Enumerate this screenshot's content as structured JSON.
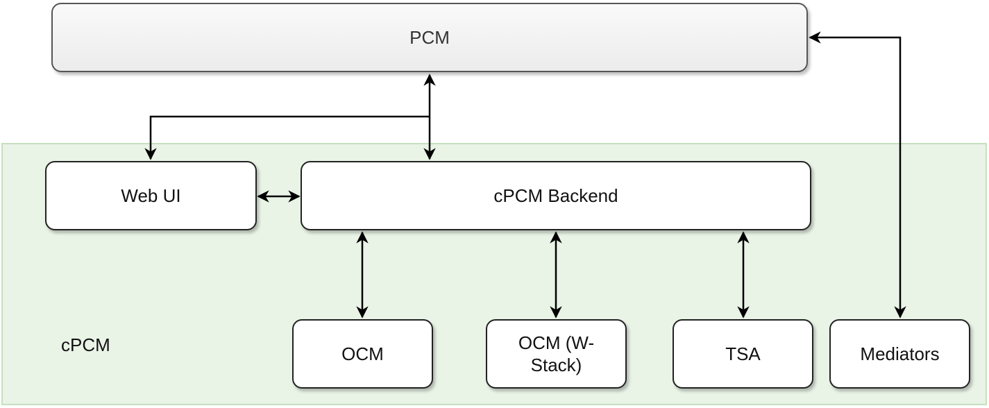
{
  "diagram": {
    "container": {
      "label": "cPCM"
    },
    "nodes": {
      "pcm": {
        "label": "PCM"
      },
      "web_ui": {
        "label": "Web UI"
      },
      "backend": {
        "label": "cPCM Backend"
      },
      "ocm": {
        "label": "OCM"
      },
      "ocm_wstack": {
        "label": "OCM (W-\nStack)"
      },
      "tsa": {
        "label": "TSA"
      },
      "mediators": {
        "label": "Mediators"
      }
    },
    "edges": [
      {
        "from": "pcm",
        "to": "backend",
        "direction": "both"
      },
      {
        "from": "pcm",
        "to": "web_ui",
        "direction": "to"
      },
      {
        "from": "web_ui",
        "to": "backend",
        "direction": "both"
      },
      {
        "from": "backend",
        "to": "ocm",
        "direction": "both"
      },
      {
        "from": "backend",
        "to": "ocm_wstack",
        "direction": "both"
      },
      {
        "from": "backend",
        "to": "tsa",
        "direction": "both"
      },
      {
        "from": "pcm",
        "to": "mediators",
        "direction": "both"
      }
    ]
  }
}
